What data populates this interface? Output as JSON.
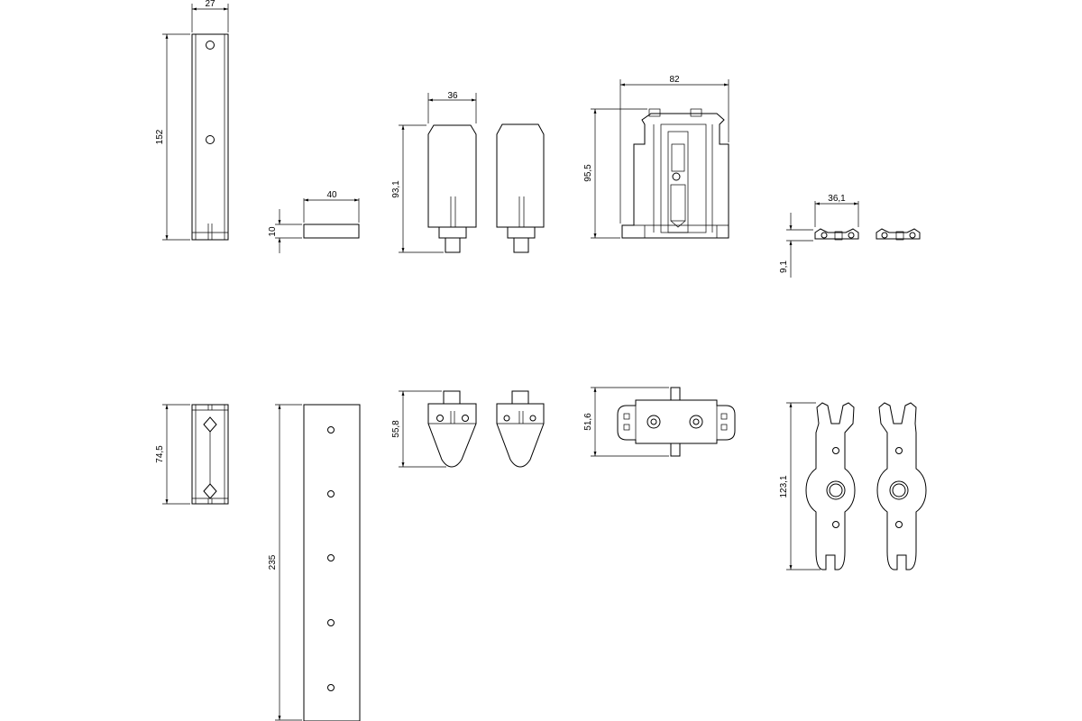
{
  "drawing": {
    "dimensions": {
      "rail_width": "27",
      "rail_height": "152",
      "block_width": "40",
      "block_height": "10",
      "cover_width": "36",
      "cover_height": "93,1",
      "holder_width": "82",
      "holder_height": "95,5",
      "clip_width": "36,1",
      "clip_height": "9,1",
      "short_rail_height": "74,5",
      "long_plate_height": "235",
      "bracket_height": "55,8",
      "connector_height": "51,6",
      "wrench_height": "123,1"
    }
  }
}
